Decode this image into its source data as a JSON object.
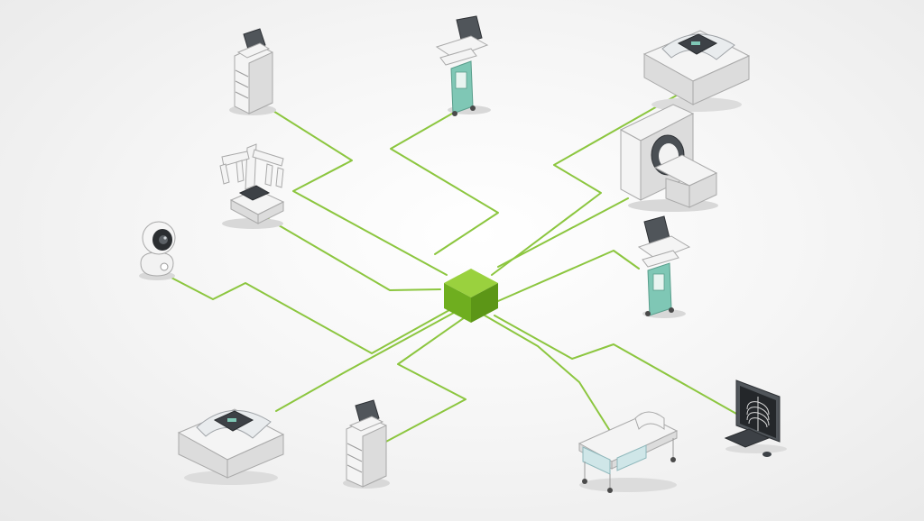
{
  "diagram": {
    "hub": {
      "icon": "green-cube-hub-icon"
    },
    "colors": {
      "link": "#8cc63f",
      "hub_top": "#9ad13e",
      "hub_left": "#6fae1f",
      "hub_right": "#5c9617",
      "teal_accent": "#7fc7b5",
      "device_body": "#f4f4f4",
      "device_dark": "#3d4146"
    },
    "devices": [
      {
        "id": "ultrasound-cart-top-left",
        "icon": "ultrasound-cart-icon"
      },
      {
        "id": "ventilator-top-center",
        "icon": "ventilator-icon"
      },
      {
        "id": "incubator-top-right",
        "icon": "incubator-icon"
      },
      {
        "id": "surgical-robot",
        "icon": "surgical-robot-icon"
      },
      {
        "id": "ct-scanner",
        "icon": "ct-scanner-icon"
      },
      {
        "id": "security-camera",
        "icon": "security-camera-icon"
      },
      {
        "id": "ventilator-right",
        "icon": "ventilator-icon"
      },
      {
        "id": "incubator-bottom-left",
        "icon": "incubator-icon"
      },
      {
        "id": "ultrasound-cart-bottom",
        "icon": "ultrasound-cart-icon"
      },
      {
        "id": "hospital-bed",
        "icon": "hospital-bed-icon"
      },
      {
        "id": "xray-workstation",
        "icon": "xray-workstation-icon"
      }
    ]
  }
}
